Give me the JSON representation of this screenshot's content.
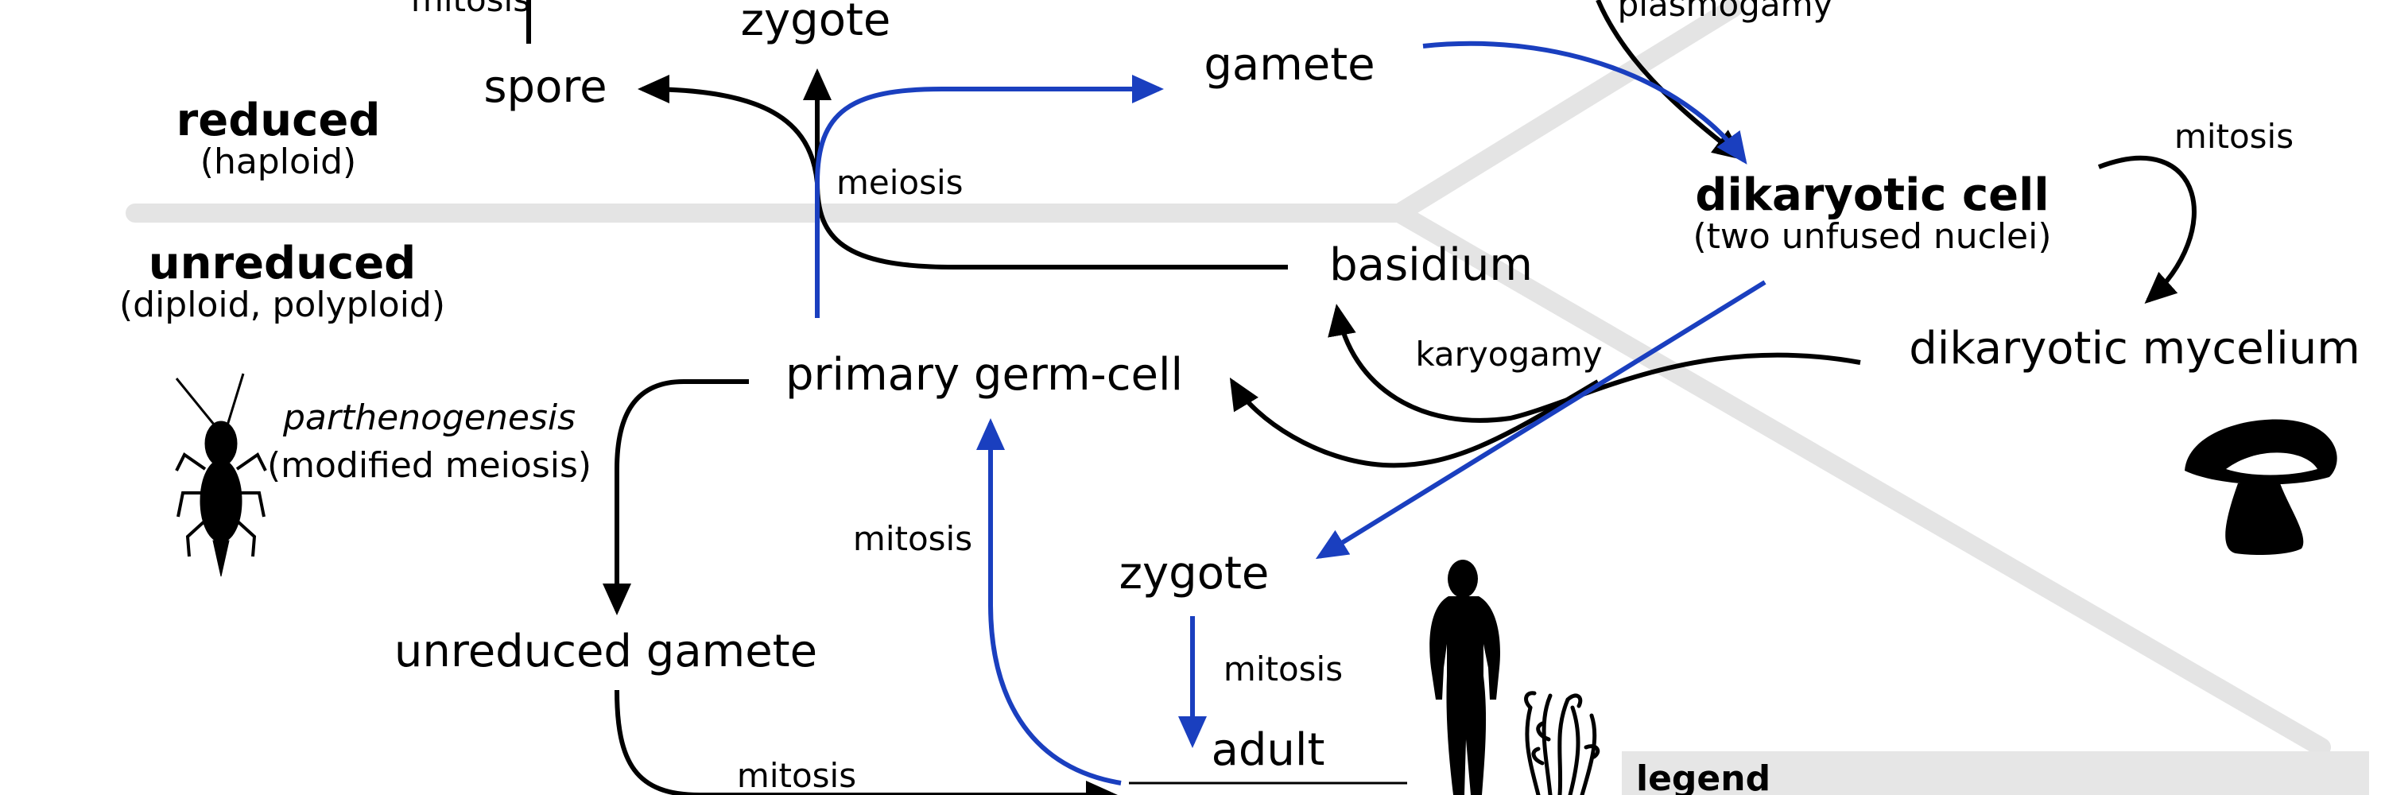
{
  "regions": {
    "reduced": {
      "title": "reduced",
      "subtitle": "(haploid)"
    },
    "unreduced": {
      "title": "unreduced",
      "subtitle": "(diploid, polyploid)"
    }
  },
  "nodes": {
    "spore": "spore",
    "zygote_top": "zygote",
    "gamete": "gamete",
    "dikaryotic_cell": "dikaryotic cell",
    "dikaryotic_cell_sub": "(two unfused nuclei)",
    "dikaryotic_mycelium": "dikaryotic mycelium",
    "basidium": "basidium",
    "primary_germ_cell": "primary germ-cell",
    "zygote_mid": "zygote",
    "unreduced_gamete": "unreduced gamete",
    "adult": "adult",
    "parthenogenesis": "parthenogenesis",
    "parthenogenesis_sub": "(modified meiosis)"
  },
  "processes": {
    "mitosis_top_left": "mitosis",
    "plasmogamy": "plasmogamy",
    "meiosis": "meiosis",
    "mitosis_dikaryon": "mitosis",
    "karyogamy": "karyogamy",
    "mitosis_germ": "mitosis",
    "mitosis_zygote": "mitosis",
    "mitosis_bottom": "mitosis"
  },
  "legend": {
    "title": "legend"
  },
  "colors": {
    "black_path": "#000000",
    "blue_path": "#1a3fbf",
    "band": "#e4e4e4",
    "legend_bg": "#e6e6e6"
  },
  "icons": [
    "insect-silhouette-icon",
    "mushroom-silhouette-icon",
    "human-silhouette-icon",
    "seaweed-silhouette-icon"
  ]
}
